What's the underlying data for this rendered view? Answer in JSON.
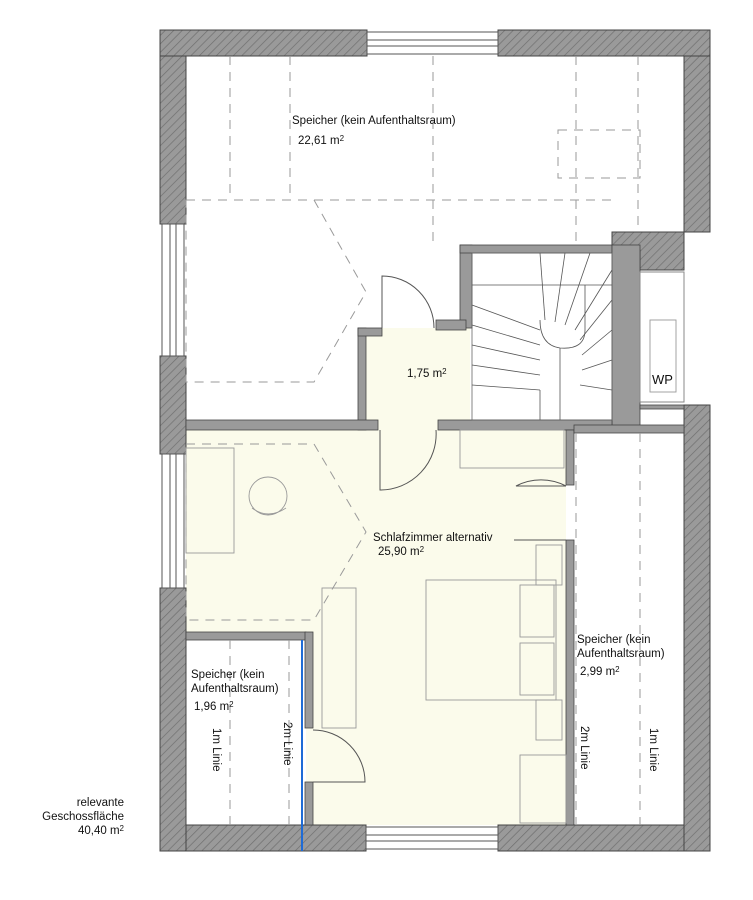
{
  "rooms": {
    "speicher_top": {
      "name": "Speicher (kein Aufenthaltsraum)",
      "area": "22,61 m",
      "unit_sup": "2"
    },
    "landing": {
      "area": "1,75 m",
      "unit_sup": "2"
    },
    "wp": {
      "label": "WP"
    },
    "schlafzimmer": {
      "name": "Schlafzimmer alternativ",
      "area": "25,90 m",
      "unit_sup": "2"
    },
    "speicher_left": {
      "line1": "Speicher (kein",
      "line2": "Aufenthaltsraum)",
      "area": "1,96 m",
      "unit_sup": "2"
    },
    "speicher_right": {
      "line1": "Speicher (kein",
      "line2": "Aufenthaltsraum)",
      "area": "2,99 m",
      "unit_sup": "2"
    }
  },
  "lines": {
    "left_1m": "1m Linie",
    "left_2m": "2m Linie",
    "right_2m": "2m Linie",
    "right_1m": "1m Linie"
  },
  "summary": {
    "line1": "relevante",
    "line2": "Geschossfläche",
    "area": "40,40 m",
    "unit_sup": "2"
  },
  "colors": {
    "wall": "#8e8e8e",
    "room_fill": "#fbfbeb",
    "dashed": "#9a9a9a",
    "blue_line": "#1e6bd6"
  }
}
